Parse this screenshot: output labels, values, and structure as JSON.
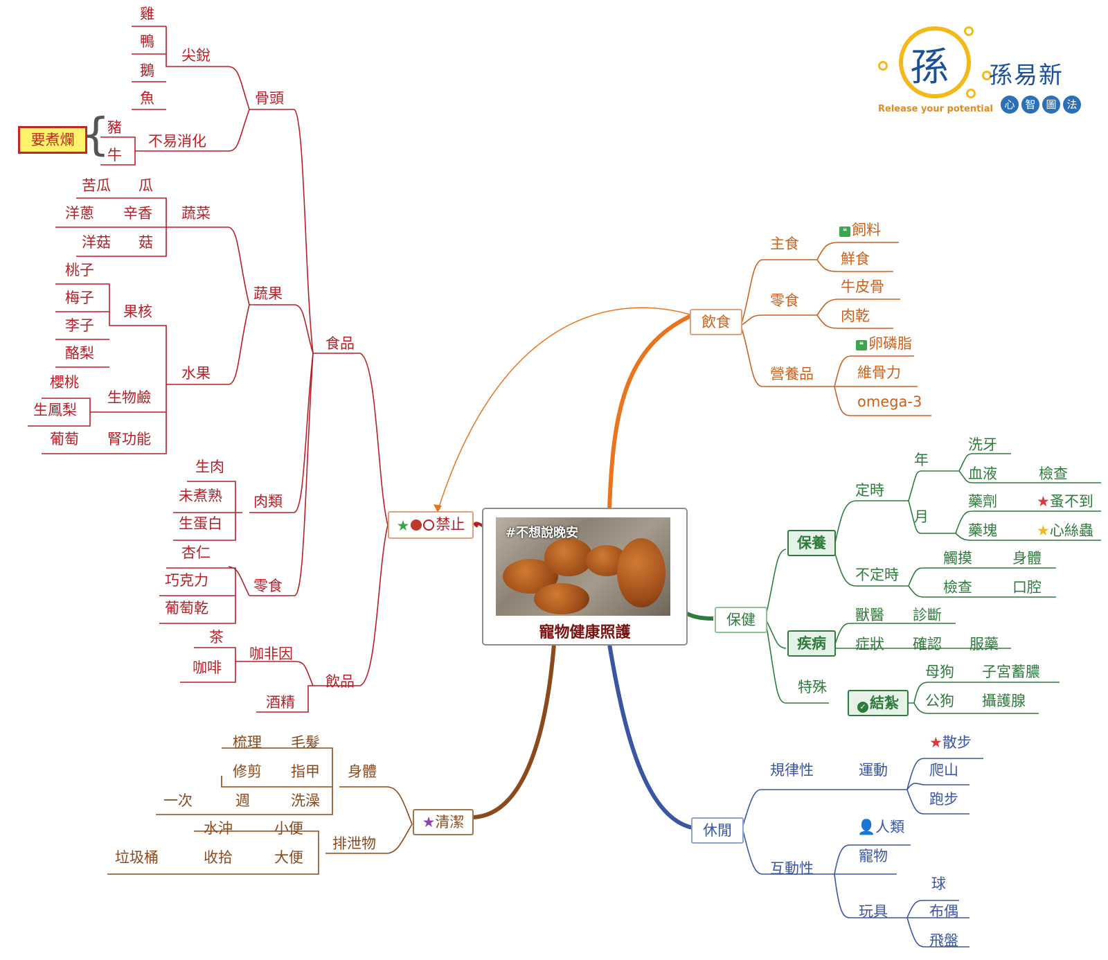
{
  "center": {
    "photo_tag": "#不想說晚安",
    "title": "寵物健康照護"
  },
  "logo": {
    "name": "孫易新",
    "tagline": "Release your potential",
    "chars": [
      "心",
      "智",
      "圖",
      "法"
    ]
  },
  "colors": {
    "forbidden": "#b51f25",
    "diet": "#c8611e",
    "health": "#2e7b3c",
    "leisure": "#3a56a0",
    "cleaning": "#8a4a1c"
  },
  "forbidden": {
    "label": "禁止",
    "food": "食品",
    "drink": "飲品",
    "bones": "骨頭",
    "sharp": "尖銳",
    "indigestible": "不易消化",
    "must_cook": "要煮爛",
    "chicken": "雞",
    "duck": "鴨",
    "goose": "鵝",
    "fish": "魚",
    "pork": "豬",
    "beef": "牛",
    "veg_fruit": "蔬果",
    "vegetables": "蔬菜",
    "bitter_melon": "苦瓜",
    "melon": "瓜",
    "onion": "洋蔥",
    "pungent": "辛香",
    "mushroom": "洋菇",
    "fungus": "菇",
    "fruit": "水果",
    "pit": "果核",
    "peach": "桃子",
    "plum": "梅子",
    "prune": "李子",
    "avocado": "酪梨",
    "alkaloid": "生物鹼",
    "cherry": "櫻桃",
    "pineapple": "生鳳梨",
    "kidney": "腎功能",
    "grape": "葡萄",
    "meat": "肉類",
    "raw_meat": "生肉",
    "undercooked": "未煮熟",
    "raw_egg_white": "生蛋白",
    "snacks": "零食",
    "almond": "杏仁",
    "chocolate": "巧克力",
    "raisin": "葡萄乾",
    "caffeine": "咖非因",
    "tea": "茶",
    "coffee": "咖啡",
    "alcohol": "酒精"
  },
  "diet": {
    "label": "飲食",
    "staple": "主食",
    "feed": "飼料",
    "fresh": "鮮食",
    "snack": "零食",
    "rawhide": "牛皮骨",
    "jerky": "肉乾",
    "supplement": "營養品",
    "lecithin": "卵磷脂",
    "joint": "維骨力",
    "omega": "omega-3"
  },
  "health": {
    "label": "保健",
    "care": "保養",
    "regular": "定時",
    "yearly": "年",
    "teeth": "洗牙",
    "blood": "血液",
    "check": "檢查",
    "monthly": "月",
    "drops": "藥劑",
    "tick": "蚤不到",
    "tablet": "藥塊",
    "heartworm": "心絲蟲",
    "irregular": "不定時",
    "touch": "觸摸",
    "body": "身體",
    "inspect": "檢查",
    "mouth": "口腔",
    "disease": "疾病",
    "vet": "獸醫",
    "diagnosis": "診斷",
    "symptom": "症狀",
    "confirm": "確認",
    "medicine": "服藥",
    "special": "特殊",
    "neuter": "結紮",
    "female": "母狗",
    "pyometra": "子宮蓄膿",
    "male": "公狗",
    "prostate": "攝護腺"
  },
  "leisure": {
    "label": "休閒",
    "regularity": "規律性",
    "exercise": "運動",
    "walk": "散步",
    "hiking": "爬山",
    "running": "跑步",
    "interaction": "互動性",
    "human": "人類",
    "pet": "寵物",
    "toys": "玩具",
    "ball": "球",
    "doll": "布偶",
    "frisbee": "飛盤"
  },
  "cleaning": {
    "label": "清潔",
    "body": "身體",
    "comb": "梳理",
    "hair": "毛髮",
    "trim": "修剪",
    "nails": "指甲",
    "once": "一次",
    "week": "週",
    "bath": "洗澡",
    "excrement": "排泄物",
    "flush": "水沖",
    "urine": "小便",
    "trash": "垃圾桶",
    "pickup": "收拾",
    "feces": "大便"
  }
}
